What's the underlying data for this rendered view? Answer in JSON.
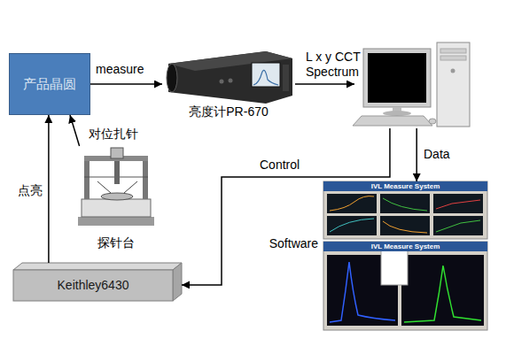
{
  "diagram": {
    "nodes": [
      {
        "text": [
          "产品晶圆"
        ]
      },
      {
        "text": [
          "亮度计PR-670"
        ]
      },
      {
        "text": []
      },
      {
        "text": [
          "探针台"
        ]
      },
      {
        "text": [
          "Software"
        ]
      },
      {
        "text": [
          "IVL Measure System"
        ],
        "in": 4
      },
      {
        "text": [
          "IVL Measure System"
        ],
        "in": 4
      },
      {
        "text": [
          "Keithley6430"
        ]
      }
    ],
    "edges": [
      {
        "from": 0,
        "to": 1,
        "label": "measure",
        "arrow": "to"
      },
      {
        "from": 1,
        "to": 2,
        "label": "L x y CCT Spectrum",
        "arrow": "to"
      },
      {
        "from": 2,
        "to": 4,
        "label": "Data",
        "arrow": "to"
      },
      {
        "from": 2,
        "to": 7,
        "label": "Control",
        "arrow": "to"
      },
      {
        "from": 7,
        "to": 0,
        "label": "点亮",
        "arrow": "to"
      },
      {
        "from": 3,
        "to": 0,
        "label": "对位扎针",
        "arrow": "to"
      }
    ]
  }
}
